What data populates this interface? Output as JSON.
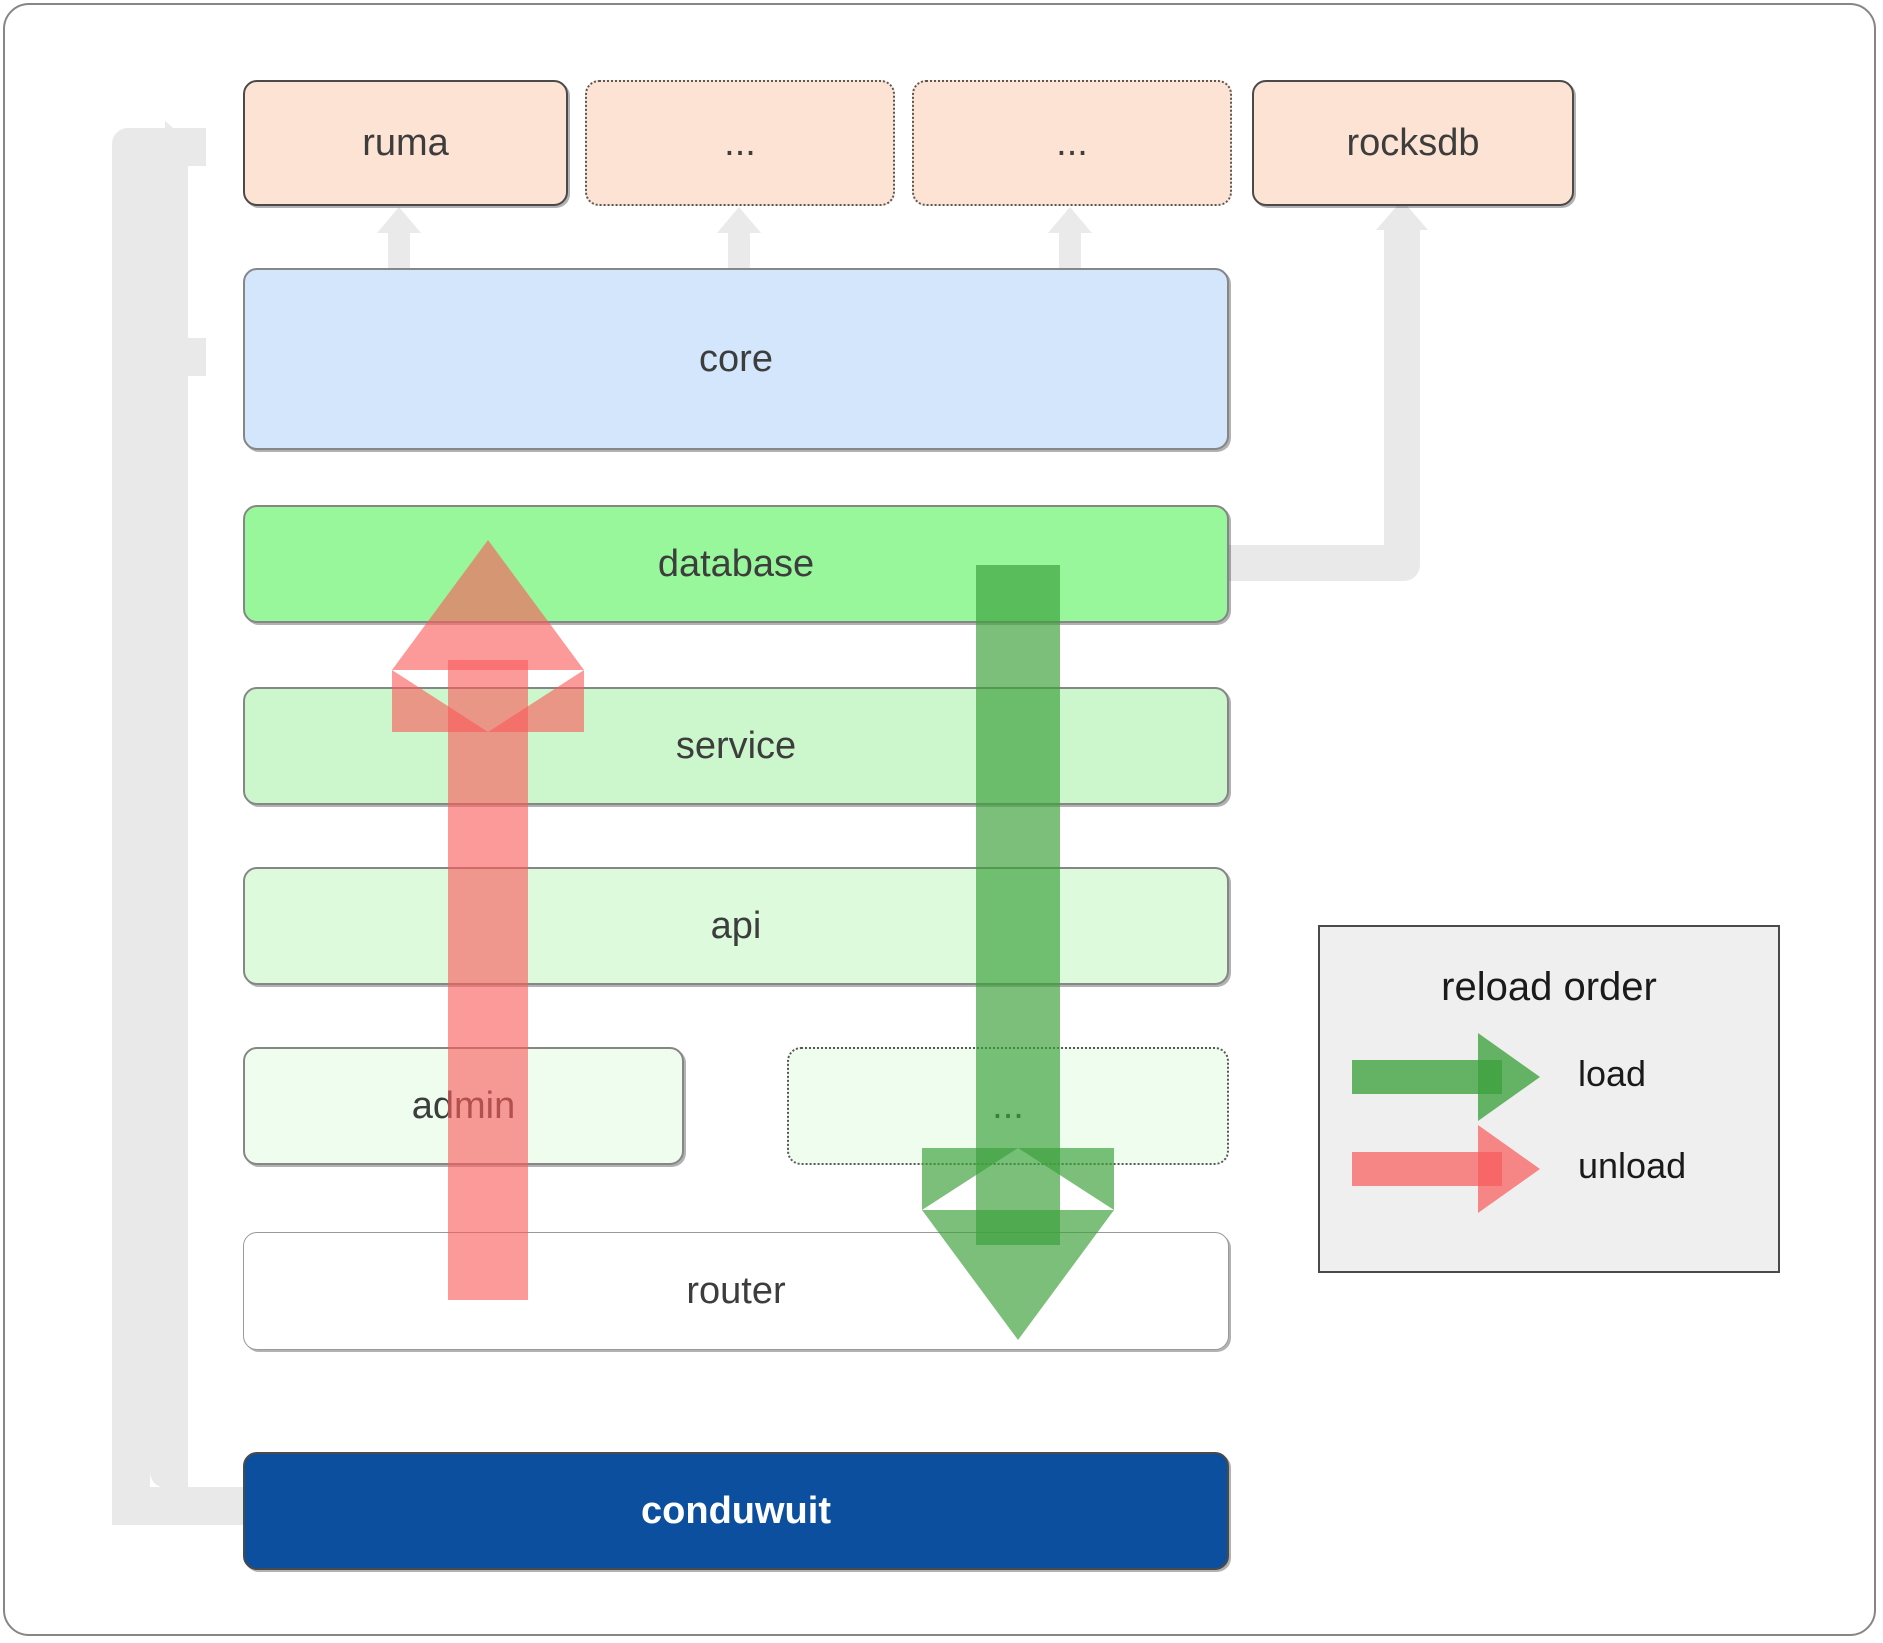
{
  "diagram": {
    "title": "conduwuit crate architecture / reload order",
    "outer_frame": true
  },
  "top_row": [
    {
      "label": "ruma",
      "style": "solid-dark",
      "fill": "peach"
    },
    {
      "label": "...",
      "style": "dotted",
      "fill": "peach"
    },
    {
      "label": "...",
      "style": "dotted",
      "fill": "peach"
    },
    {
      "label": "rocksdb",
      "style": "solid-dark",
      "fill": "peach"
    }
  ],
  "layers": [
    {
      "label": "core",
      "fill": "blue"
    },
    {
      "label": "database",
      "fill": "green1"
    },
    {
      "label": "service",
      "fill": "green2"
    },
    {
      "label": "api",
      "fill": "green3"
    },
    {
      "label": "admin",
      "fill": "green4"
    },
    {
      "label": "...",
      "fill": "green4"
    },
    {
      "label": "router",
      "fill": "white"
    }
  ],
  "root": {
    "label": "conduwuit",
    "fill": "navy"
  },
  "legend": {
    "title": "reload order",
    "entries": [
      {
        "label": "load",
        "color": "#3ca03c"
      },
      {
        "label": "unload",
        "color": "#fa5a5a"
      }
    ]
  },
  "colors": {
    "peach": "#fde3d3",
    "blue": "#d3e6fb",
    "green_database": "#99f79b",
    "green_service": "#ccf7cc",
    "green_api": "#ddfadd",
    "green_admin": "#effdef",
    "navy": "#0b4f9e",
    "connector_grey": "#e9e9e9",
    "border_grey": "#868686",
    "legend_bg": "#efefef"
  }
}
